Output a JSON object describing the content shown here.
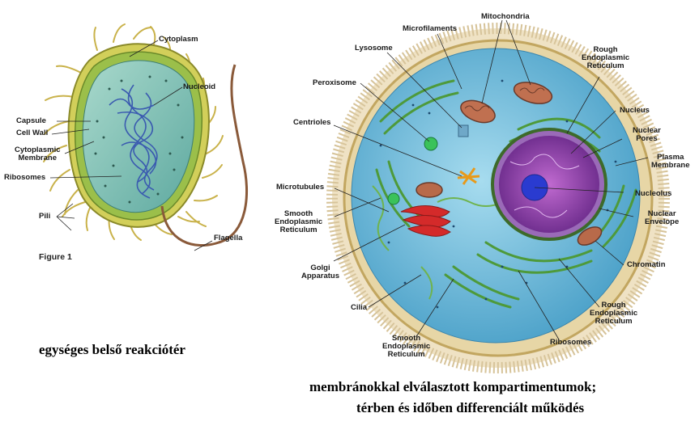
{
  "prokaryote": {
    "labels": {
      "cytoplasm": "Cytoplasm",
      "nucleoid": "Nucleoid",
      "capsule": "Capsule",
      "cell_wall": "Cell Wall",
      "cytoplasmic_membrane": "Cytoplasmic\nMembrane",
      "ribosomes": "Ribosomes",
      "pili": "Pili",
      "flagella": "Flagella"
    },
    "figure_label": "Figure 1",
    "caption": "egységes belső reakciótér"
  },
  "eukaryote": {
    "labels": {
      "microfilaments": "Microfilaments",
      "mitochondria": "Mitochondria",
      "lysosome": "Lysosome",
      "rough_er_top": "Rough\nEndoplasmic\nReticulum",
      "peroxisome": "Peroxisome",
      "nucleus": "Nucleus",
      "centrioles": "Centrioles",
      "nuclear_pores": "Nuclear\nPores",
      "plasma_membrane": "Plasma\nMembrane",
      "microtubules": "Microtubules",
      "nucleolus": "Nucleolus",
      "smooth_er_left": "Smooth\nEndoplasmic\nReticulum",
      "nuclear_envelope": "Nuclear\nEnvelope",
      "chromatin": "Chromatin",
      "golgi": "Golgi\nApparatus",
      "rough_er_bottom": "Rough\nEndoplasmic\nReticulum",
      "cilia": "Cilia",
      "smooth_er_bottom": "Smooth\nEndoplasmic\nReticulum",
      "ribosomes": "Ribosomes"
    },
    "caption_line1": "membránokkal elválasztott kompartimentumok;",
    "caption_line2": "térben és időben differenciált működés"
  },
  "colors": {
    "capsule": "#c9c34a",
    "cytoplasm": "#8fc7c0",
    "cell_membrane": "#b7a25a",
    "nucleus": "#7a3c9a",
    "cytosol": "#6bb7d6",
    "cilia": "#e6d2a8",
    "golgi": "#d42a2a",
    "er_green": "#4e9a3a"
  }
}
